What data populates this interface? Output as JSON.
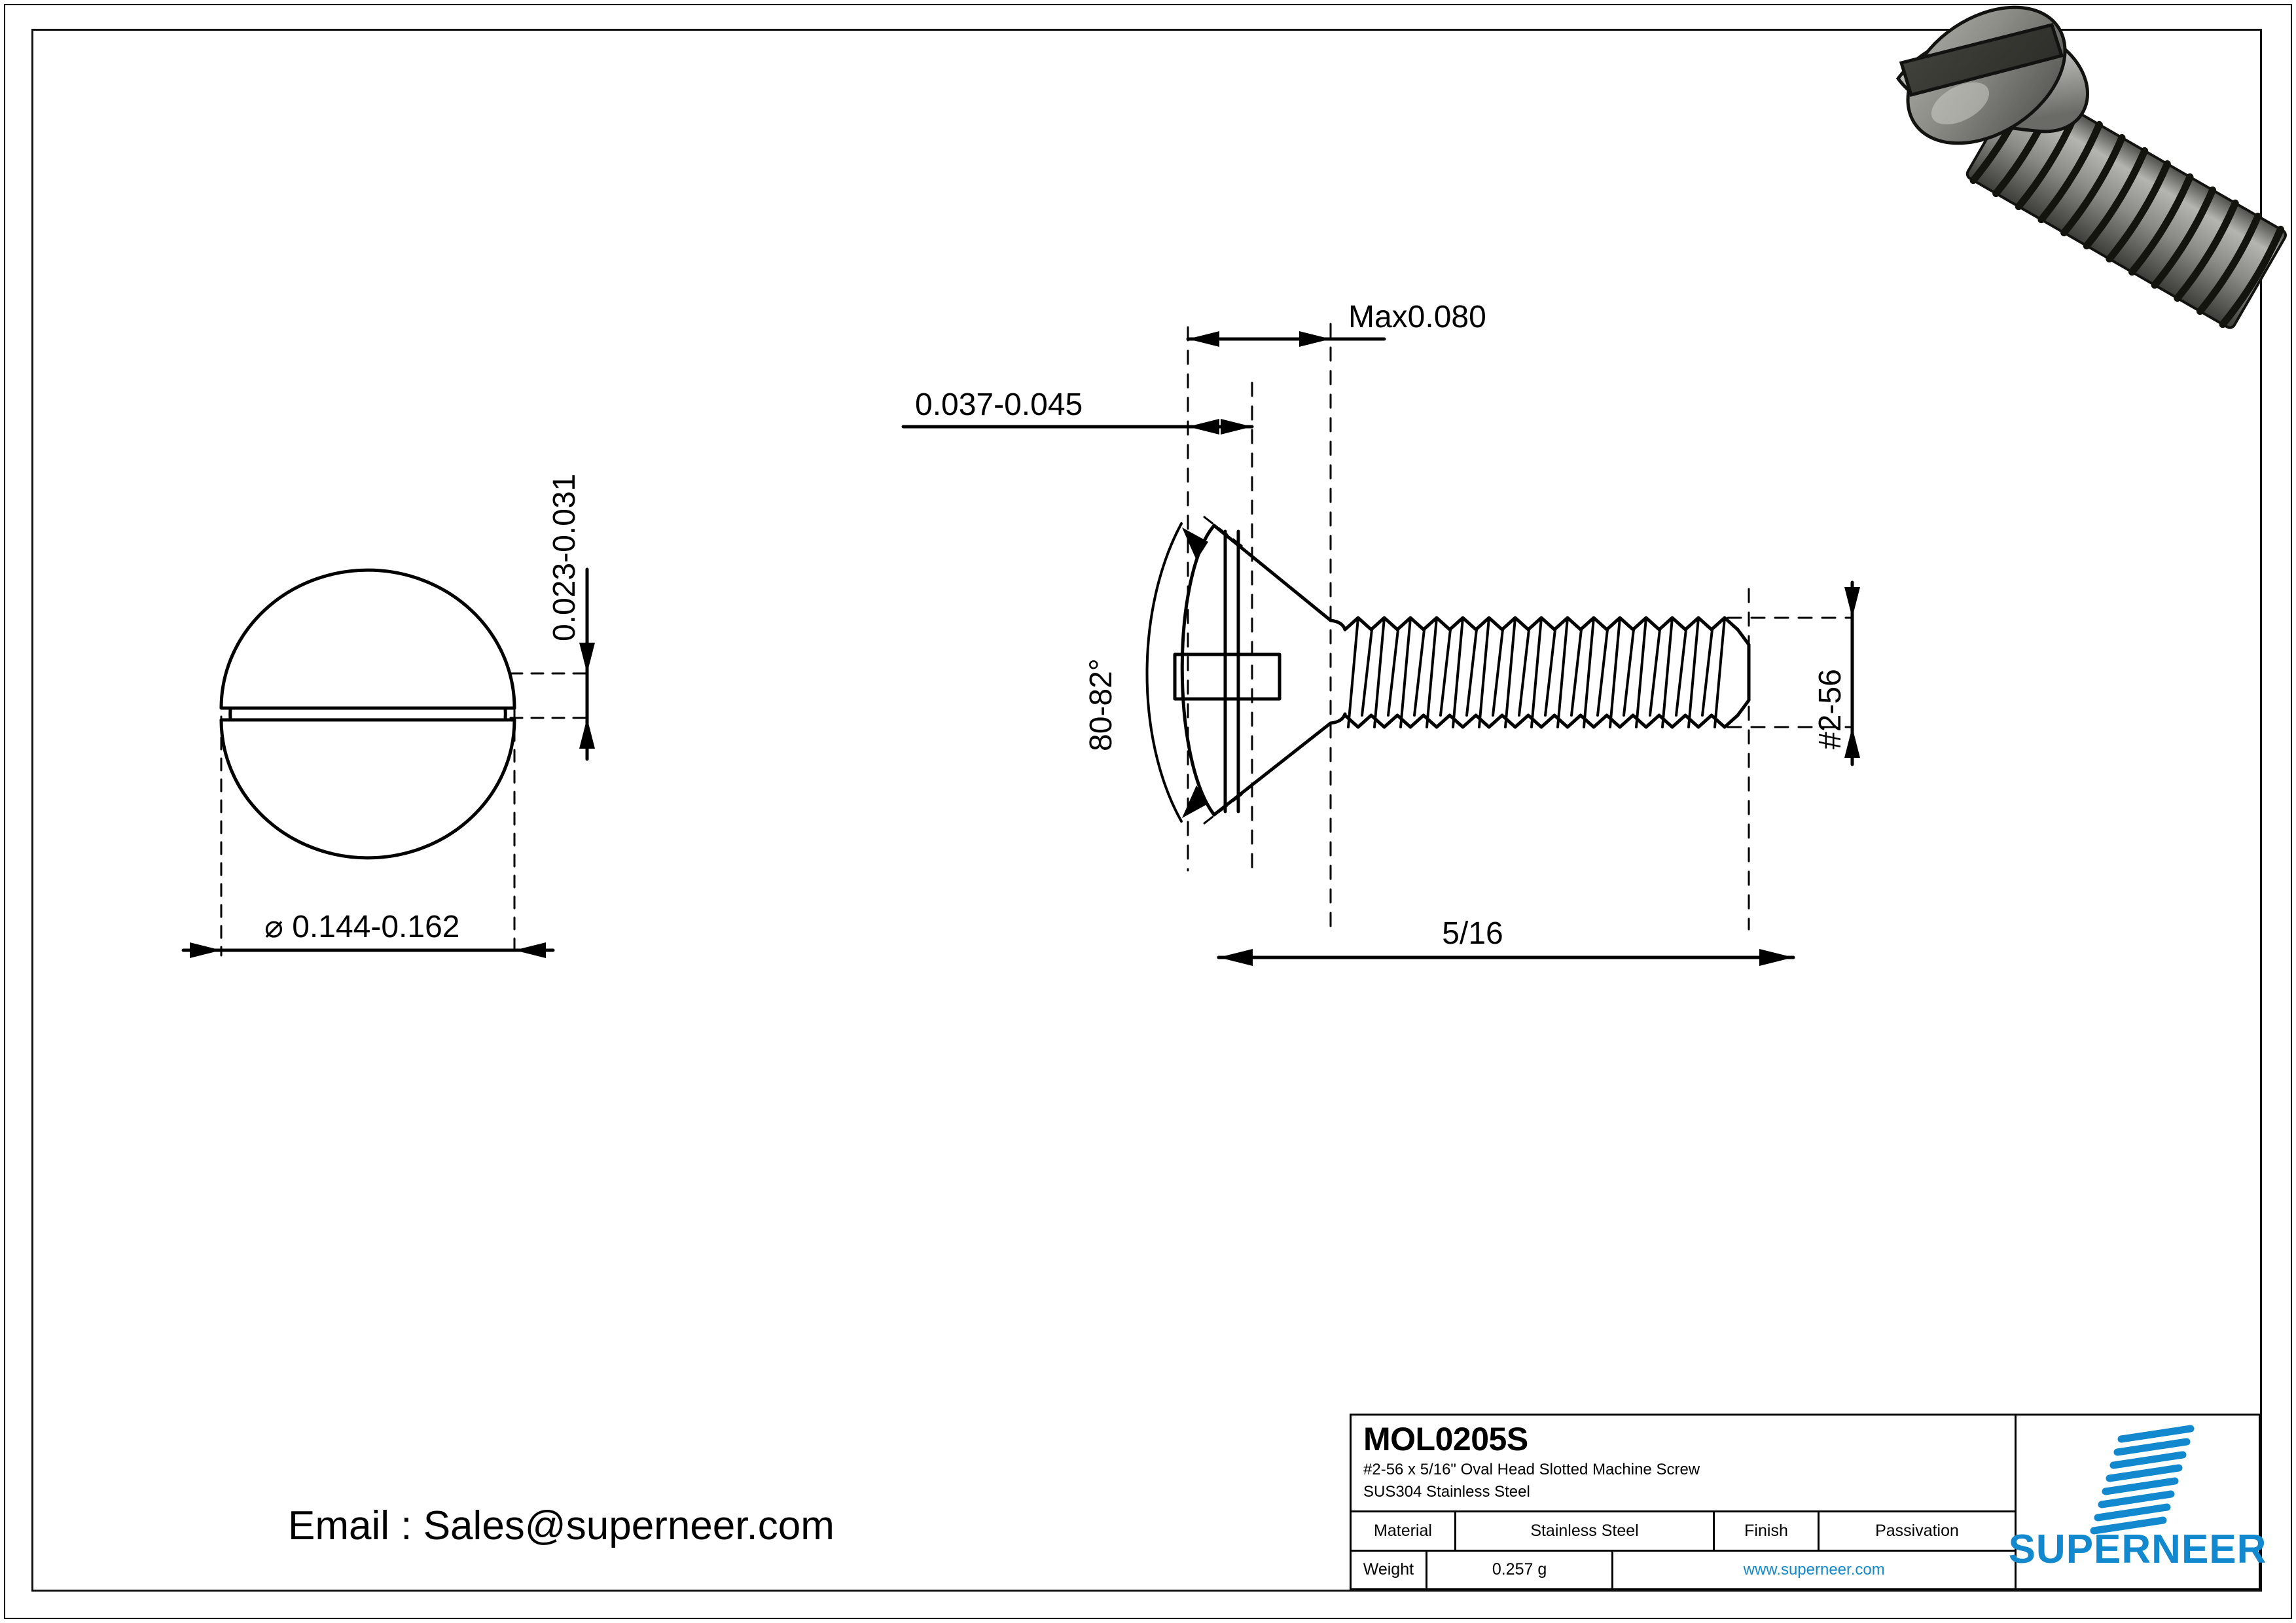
{
  "drawing": {
    "title_block": {
      "part_number": "MOL0205S",
      "description_line1": "#2-56 x 5/16\" Oval Head Slotted Machine Screw",
      "description_line2": "SUS304 Stainless Steel",
      "rows": [
        {
          "label": "Material",
          "value": "Stainless Steel",
          "label2": "Finish",
          "value2": "Passivation"
        },
        {
          "label": "Weight",
          "value": "0.257 g",
          "website": "www.superneer.com"
        }
      ],
      "material_label": "Material",
      "material_value": "Stainless Steel",
      "finish_label": "Finish",
      "finish_value": "Passivation",
      "weight_label": "Weight",
      "weight_value": "0.257 g",
      "website": "www.superneer.com",
      "brand": "SUPERNEER",
      "brand_color": "#1288ce"
    },
    "email": "Email : Sales@superneer.com",
    "dimensions": {
      "head_diameter": "⌀ 0.144-0.162",
      "head_height": "0.023-0.031",
      "slot_width": "0.037-0.045",
      "slot_depth_max": "Max0.080",
      "head_angle": "80-82°",
      "thread_spec": "#2-56",
      "length": "5/16"
    },
    "views": {
      "top_view_name": "head top view",
      "side_view_name": "screw side section view",
      "iso_render_name": "3D screw render"
    },
    "colors": {
      "line": "#000000",
      "accent": "#1288ce",
      "metal_light": "#b8b8b4",
      "metal_mid": "#7d7d78",
      "metal_dark": "#3b3b38"
    }
  }
}
